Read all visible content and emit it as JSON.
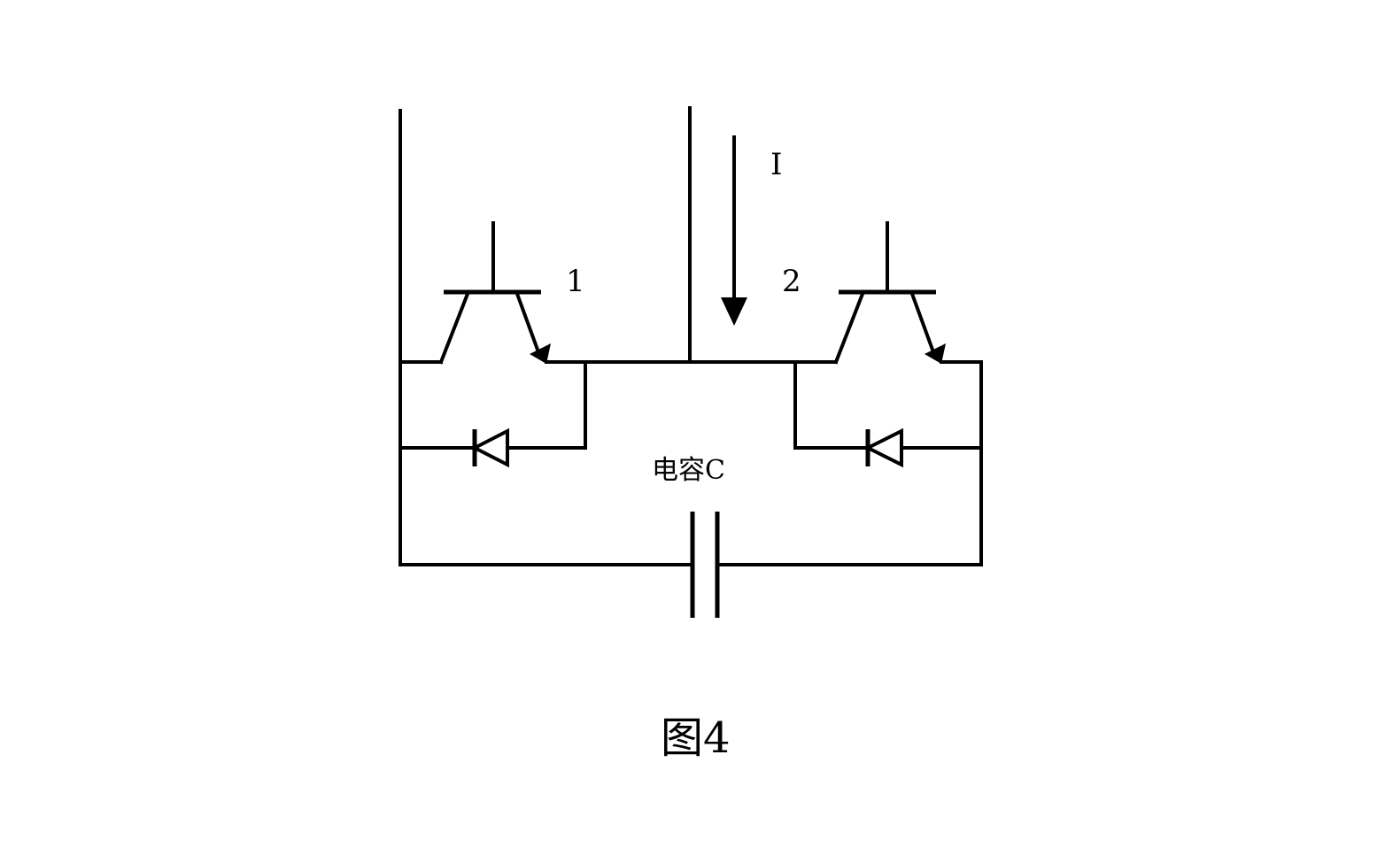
{
  "diagram": {
    "current_label": "I",
    "transistor_1_label": "1",
    "transistor_2_label": "2",
    "capacitor_label": "电容C",
    "figure_caption": "图4"
  },
  "colors": {
    "line": "#000000",
    "background": "#ffffff"
  }
}
